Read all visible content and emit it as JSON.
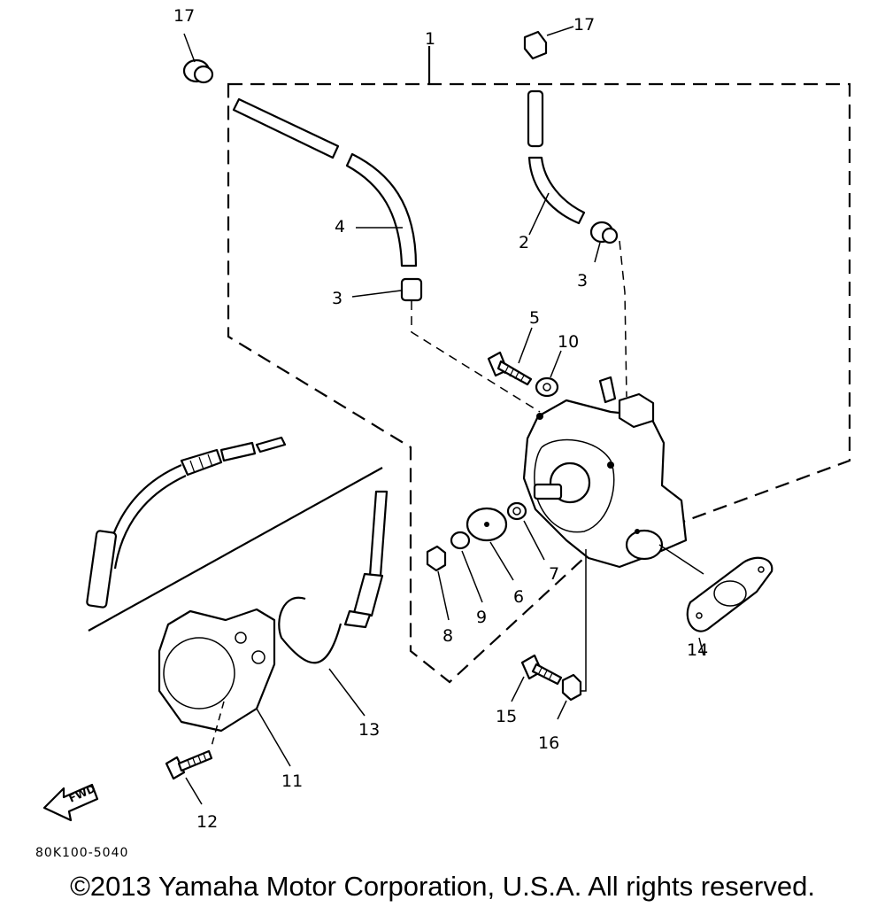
{
  "diagram": {
    "callouts": [
      {
        "id": "17a",
        "text": "17"
      },
      {
        "id": "17b",
        "text": "17"
      },
      {
        "id": "1",
        "text": "1"
      },
      {
        "id": "2",
        "text": "2"
      },
      {
        "id": "3a",
        "text": "3"
      },
      {
        "id": "3b",
        "text": "3"
      },
      {
        "id": "4",
        "text": "4"
      },
      {
        "id": "5",
        "text": "5"
      },
      {
        "id": "6",
        "text": "6"
      },
      {
        "id": "7",
        "text": "7"
      },
      {
        "id": "8",
        "text": "8"
      },
      {
        "id": "9",
        "text": "9"
      },
      {
        "id": "10",
        "text": "10"
      },
      {
        "id": "11",
        "text": "11"
      },
      {
        "id": "12",
        "text": "12"
      },
      {
        "id": "13",
        "text": "13"
      },
      {
        "id": "14",
        "text": "14"
      },
      {
        "id": "15",
        "text": "15"
      },
      {
        "id": "16",
        "text": "16"
      }
    ],
    "fwd_label": "FWD",
    "drawing_code": "80K100-5040"
  },
  "copyright": "©2013 Yamaha Motor Corporation, U.S.A. All rights reserved."
}
